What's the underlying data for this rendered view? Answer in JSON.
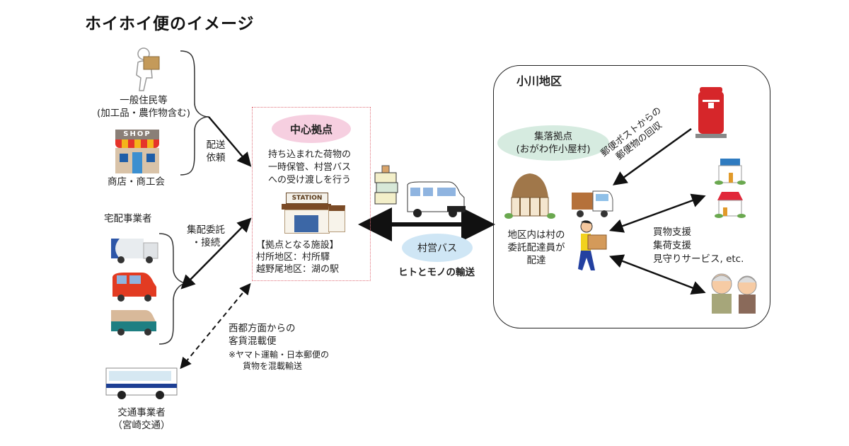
{
  "title": "ホイホイ便のイメージ",
  "left": {
    "residents": {
      "line1": "一般住民等",
      "line2": "(加工品・農作物含む)"
    },
    "shop": {
      "sign": "SHOP",
      "label": "商店・商工会"
    },
    "delivery_request": {
      "line1": "配送",
      "line2": "依頼"
    },
    "couriers": {
      "label": "宅配事業者"
    },
    "consignment": {
      "line1": "集配委託",
      "line2": "・接続"
    },
    "transit": {
      "line1": "交通事業者",
      "line2": "（宮崎交通）"
    },
    "mixed_cargo": {
      "line1": "西都方面からの",
      "line2": "客貨混載便",
      "note1": "※ヤマト運輸・日本郵便の",
      "note2": "貨物を混載輸送"
    }
  },
  "hub": {
    "title": "中心拠点",
    "desc": [
      "持ち込まれた荷物の",
      "一時保管、村営バス",
      "への受け渡しを行う"
    ],
    "station_sign": "STATION",
    "facilities_heading": "【拠点となる施設】",
    "facilities": [
      "村所地区：村所驛",
      "越野尾地区：湖の駅"
    ]
  },
  "bus_link": {
    "label": "村営バス",
    "caption": "ヒトとモノの輸送"
  },
  "region": {
    "title": "小川地区",
    "village_hub": {
      "line1": "集落拠点",
      "line2": "(おがわ作小屋村)"
    },
    "mail_collection": {
      "line1": "郵便ポストからの",
      "line2": "郵便物の回収"
    },
    "delivery_desc": [
      "地区内は村の",
      "委託配達員が",
      "配達"
    ],
    "services": [
      "買物支援",
      "集荷支援",
      "見守りサービス, etc."
    ]
  },
  "colors": {
    "hub_ellipse": "#f6cfe0",
    "bus_ellipse": "#cfe6f5",
    "village_ellipse": "#d6ebe0",
    "hub_border": "#e0707a",
    "postbox_red": "#d6262a"
  }
}
